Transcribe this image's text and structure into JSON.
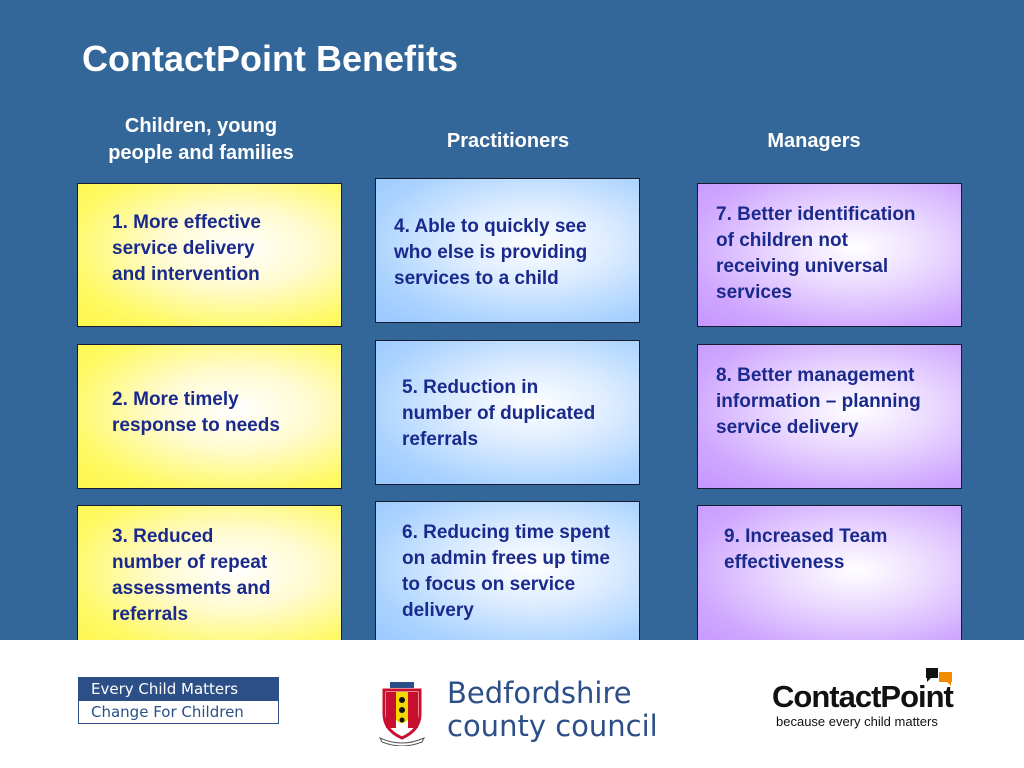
{
  "slide": {
    "title": "ContactPoint Benefits",
    "colors": {
      "background": "#336699",
      "box_text": "#1a2a8c",
      "yellow": "#fff966",
      "blue": "#a9d2ff",
      "purple": "#cfa6ff"
    }
  },
  "columns": [
    {
      "heading_line1": "Children, young",
      "heading_line2": "people and families"
    },
    {
      "heading": "Practitioners"
    },
    {
      "heading": "Managers"
    }
  ],
  "benefits": {
    "b1": [
      "1. More effective",
      "service delivery",
      "and intervention"
    ],
    "b2": [
      "2. More timely",
      "response to needs"
    ],
    "b3": [
      "3. Reduced",
      "number of repeat",
      "assessments and",
      "referrals"
    ],
    "b4": [
      "4. Able to quickly  see",
      "who else is providing",
      "services to a child"
    ],
    "b5": [
      "5. Reduction in",
      "number of duplicated",
      "referrals"
    ],
    "b6": [
      "6. Reducing time spent",
      "on admin frees up time",
      "to focus on service",
      "delivery"
    ],
    "b7": [
      "7. Better identification",
      "of children not",
      "receiving universal",
      "services"
    ],
    "b8": [
      "8. Better management",
      "information – planning",
      "service delivery"
    ],
    "b9": [
      "9. Increased Team",
      "effectiveness"
    ]
  },
  "logos": {
    "ecm_line1": "Every Child Matters",
    "ecm_line2": "Change For Children",
    "council_line1": "Bedfordshire",
    "council_line2": "county council",
    "contactpoint_name": "ContactPoint",
    "contactpoint_tagline": "because every child matters",
    "crest_icon": "coat-of-arms-icon",
    "speech_icon": "speech-bubbles-icon"
  }
}
